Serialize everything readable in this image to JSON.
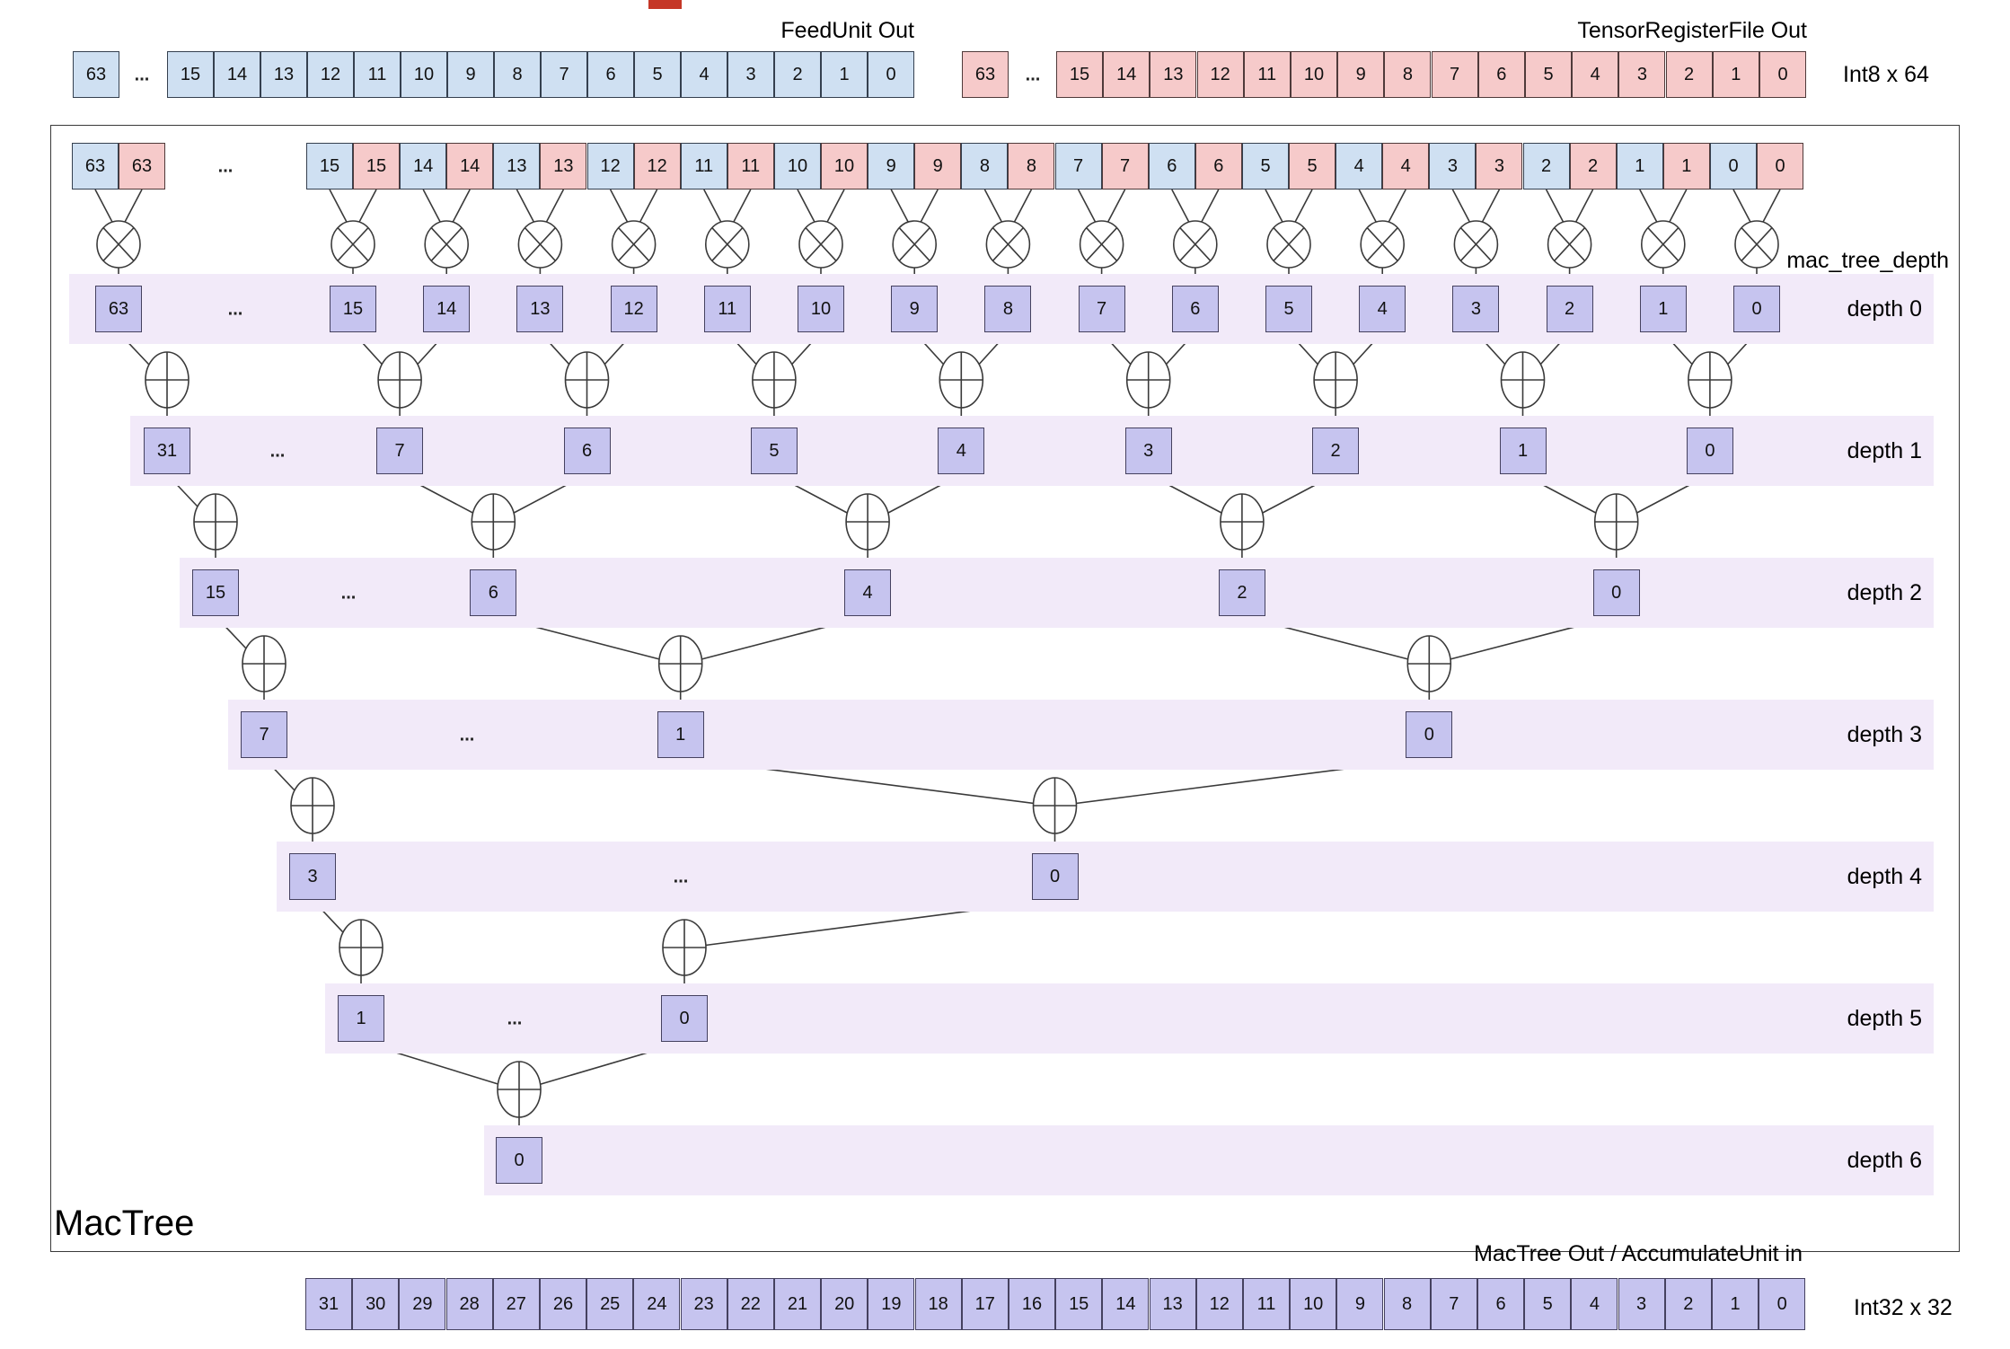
{
  "colors": {
    "blue_cell": "#cfe0f2",
    "pink_cell": "#f6caca",
    "purple_cell": "#c6c4ef",
    "lavender_band": "#f2eaf9",
    "red_marker": "#c53727",
    "line": "#3a3a3a"
  },
  "top_registers": {
    "feed_unit": {
      "label": "FeedUnit Out",
      "first_cell": "63",
      "cells": [
        "15",
        "14",
        "13",
        "12",
        "11",
        "10",
        "9",
        "8",
        "7",
        "6",
        "5",
        "4",
        "3",
        "2",
        "1",
        "0"
      ]
    },
    "tensor_register_file": {
      "label": "TensorRegisterFile Out",
      "first_cell": "63",
      "cells": [
        "15",
        "14",
        "13",
        "12",
        "11",
        "10",
        "9",
        "8",
        "7",
        "6",
        "5",
        "4",
        "3",
        "2",
        "1",
        "0"
      ]
    },
    "type_label": "Int8 x 64"
  },
  "mactree": {
    "box_label": "MacTree",
    "mul_row_label": "mac_tree_depth",
    "dots": "...",
    "operand_pairs": {
      "first": "63",
      "pairs": [
        "15",
        "14",
        "13",
        "12",
        "11",
        "10",
        "9",
        "8",
        "7",
        "6",
        "5",
        "4",
        "3",
        "2",
        "1",
        "0"
      ]
    },
    "depths": [
      {
        "label": "depth 0",
        "first": "63",
        "cells": [
          "15",
          "14",
          "13",
          "12",
          "11",
          "10",
          "9",
          "8",
          "7",
          "6",
          "5",
          "4",
          "3",
          "2",
          "1",
          "0"
        ]
      },
      {
        "label": "depth 1",
        "first": "31",
        "cells": [
          "7",
          "6",
          "5",
          "4",
          "3",
          "2",
          "1",
          "0"
        ]
      },
      {
        "label": "depth 2",
        "first": "15",
        "cells": [
          "6",
          "4",
          "2",
          "0"
        ]
      },
      {
        "label": "depth 3",
        "first": "7",
        "cells": [
          "1",
          "0"
        ]
      },
      {
        "label": "depth 4",
        "first": "3",
        "cells": [
          "0"
        ]
      },
      {
        "label": "depth 5",
        "first": "1",
        "cells": [
          "0"
        ]
      },
      {
        "label": "depth 6",
        "first": null,
        "cells": [
          "0"
        ]
      }
    ]
  },
  "output_register": {
    "label": "MacTree Out / AccumulateUnit in",
    "type_label": "Int32 x 32",
    "cells": [
      "31",
      "30",
      "29",
      "28",
      "27",
      "26",
      "25",
      "24",
      "23",
      "22",
      "21",
      "20",
      "19",
      "18",
      "17",
      "16",
      "15",
      "14",
      "13",
      "12",
      "11",
      "10",
      "9",
      "8",
      "7",
      "6",
      "5",
      "4",
      "3",
      "2",
      "1",
      "0"
    ]
  }
}
